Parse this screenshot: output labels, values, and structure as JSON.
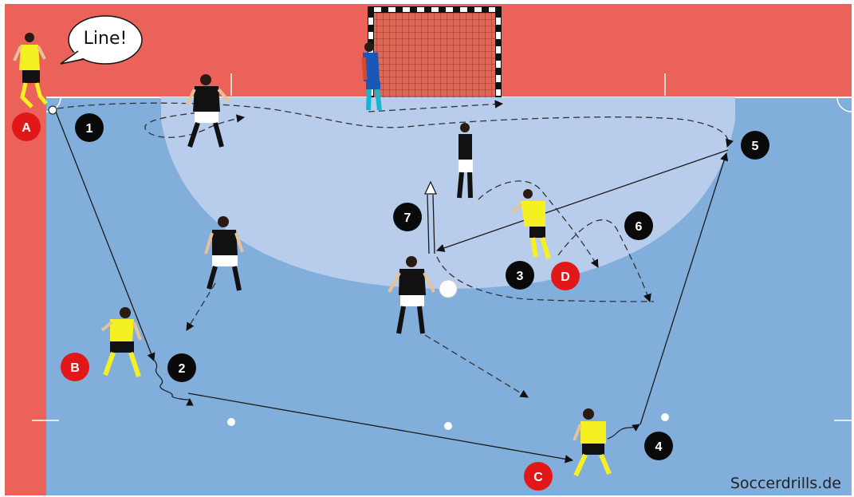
{
  "bubble": {
    "text": "Line!"
  },
  "credit": "Soccerdrills.de",
  "colors": {
    "outer": "#eb625a",
    "court": "#82aedb",
    "area": "#b8cdec",
    "yellow": "#f5f021",
    "keeper": "#1b57b7",
    "black_badge": "#0a0a0a",
    "red_badge": "#e01818"
  },
  "positions": [
    "A",
    "B",
    "C",
    "D"
  ],
  "steps": [
    "1",
    "2",
    "3",
    "4",
    "5",
    "6",
    "7"
  ]
}
